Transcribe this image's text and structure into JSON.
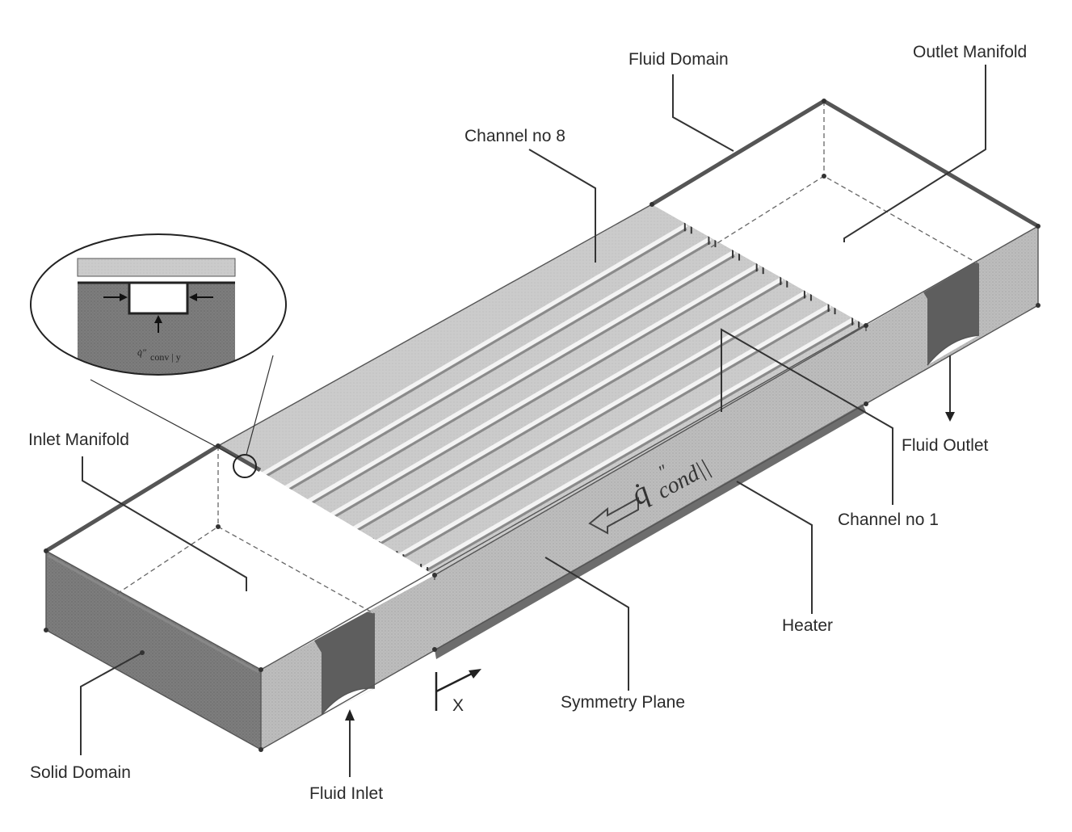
{
  "labels": {
    "fluid_domain": "Fluid Domain",
    "outlet_manifold": "Outlet Manifold",
    "channel_8": "Channel no 8",
    "inlet_manifold": "Inlet Manifold",
    "fluid_outlet": "Fluid Outlet",
    "channel_1": "Channel no 1",
    "heater": "Heater",
    "symmetry_plane": "Symmetry Plane",
    "solid_domain": "Solid Domain",
    "fluid_inlet": "Fluid Inlet",
    "x_axis": "X"
  },
  "heat_flux": {
    "symbol": "q̇",
    "superscript": "″",
    "subscript": "cond||"
  },
  "inset": {
    "flux_symbol": "q̇″",
    "flux_subscript": "conv | y"
  },
  "colors": {
    "solid": "#b9b9b9",
    "solid_dark": "#7a7a7a",
    "channel_top": "#c8c8c8",
    "channel_groove": "#f4f4f4",
    "manifold_top": "#ffffff",
    "heater": "#6d6d6d",
    "port": "#5e5e5e"
  },
  "channels": {
    "count": 8
  }
}
